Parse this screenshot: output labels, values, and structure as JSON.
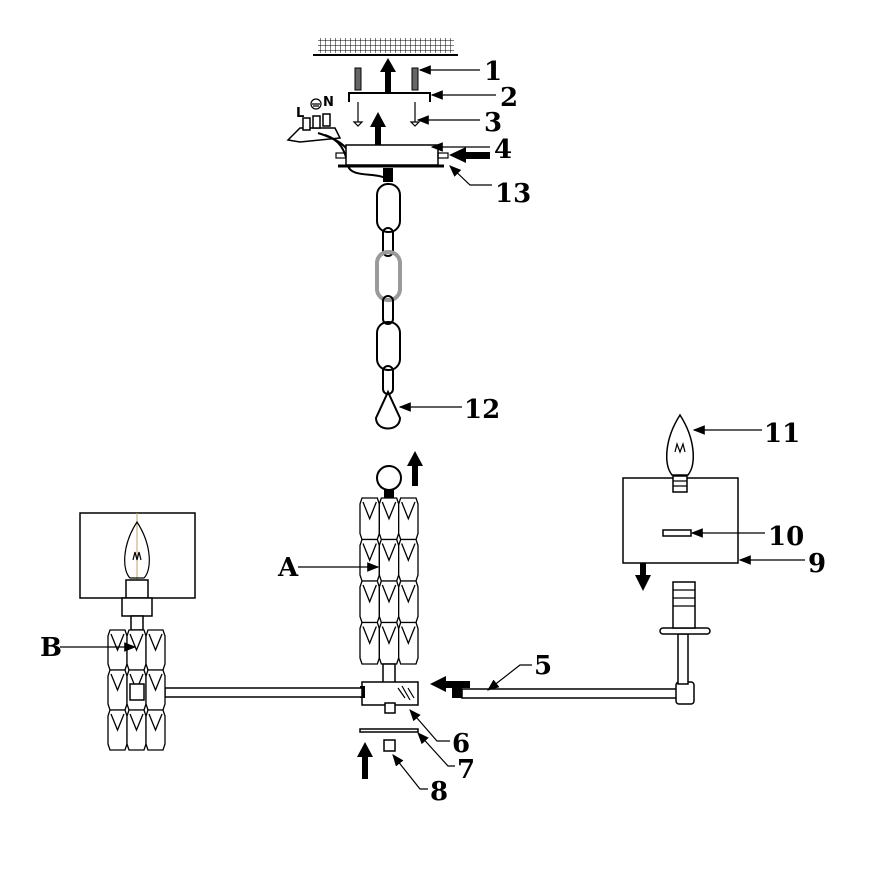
{
  "diagram": {
    "part_labels": {
      "p1": "1",
      "p2": "2",
      "p3": "3",
      "p4": "4",
      "p5": "5",
      "p6": "6",
      "p7": "7",
      "p8": "8",
      "p9": "9",
      "p10": "10",
      "p11": "11",
      "p12": "12",
      "p13": "13",
      "pA": "A",
      "pB": "B"
    },
    "terminal_labels": {
      "live": "L",
      "neutral": "N"
    },
    "colors": {
      "line": "#000000",
      "background": "#ffffff",
      "chain_light": "#9a9a9a"
    }
  }
}
